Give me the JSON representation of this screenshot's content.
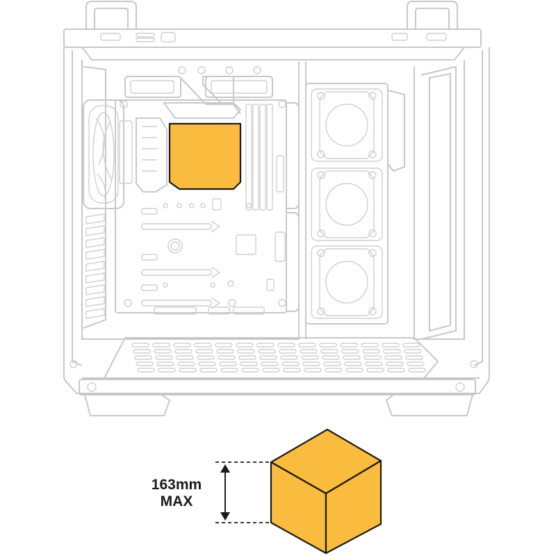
{
  "dimension": {
    "value": "163mm",
    "suffix": "MAX"
  },
  "colors": {
    "cooler_fill": "#F9BC3E",
    "outline": "#1a1a1a",
    "case_line": "#c8c8c8"
  },
  "icons": {
    "cooler_clearance": "cpu-cooler-zone",
    "cube": "cooler-cube-icon",
    "arrow": "height-double-arrow"
  }
}
